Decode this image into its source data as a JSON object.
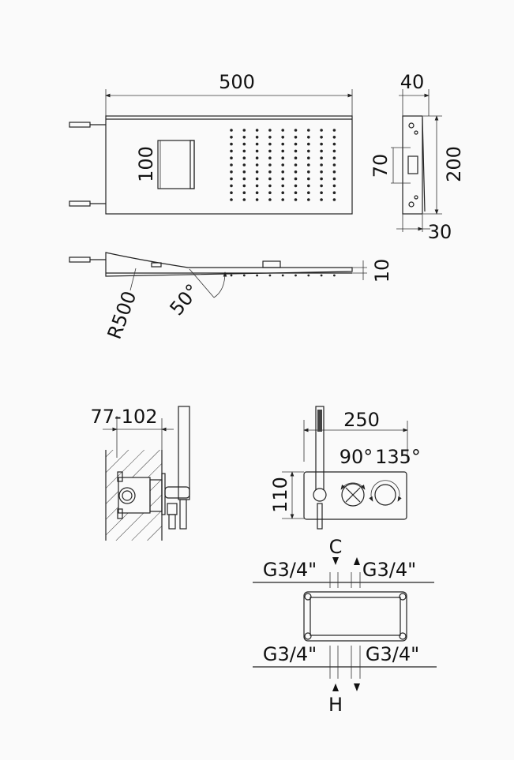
{
  "top_view": {
    "width_label": "500",
    "waterfall_label": "100",
    "profile_height_label": "10",
    "radius_label": "R500",
    "angle_label": "50°"
  },
  "side_view": {
    "depth_label": "40",
    "height_label": "200",
    "inlet_label": "70",
    "wall_label": "30"
  },
  "mixer_side": {
    "depth_range_label": "77-102"
  },
  "mixer_front": {
    "width_label": "250",
    "height_label": "110",
    "angle1_label": "90°",
    "angle2_label": "135°"
  },
  "connections": {
    "cold_label": "C",
    "hot_label": "H",
    "top_left_thread": "G3/4\"",
    "top_right_thread": "G3/4\"",
    "bottom_left_thread": "G3/4\"",
    "bottom_right_thread": "G3/4\""
  },
  "colors": {
    "line": "#222222",
    "background": "#fafafa"
  }
}
